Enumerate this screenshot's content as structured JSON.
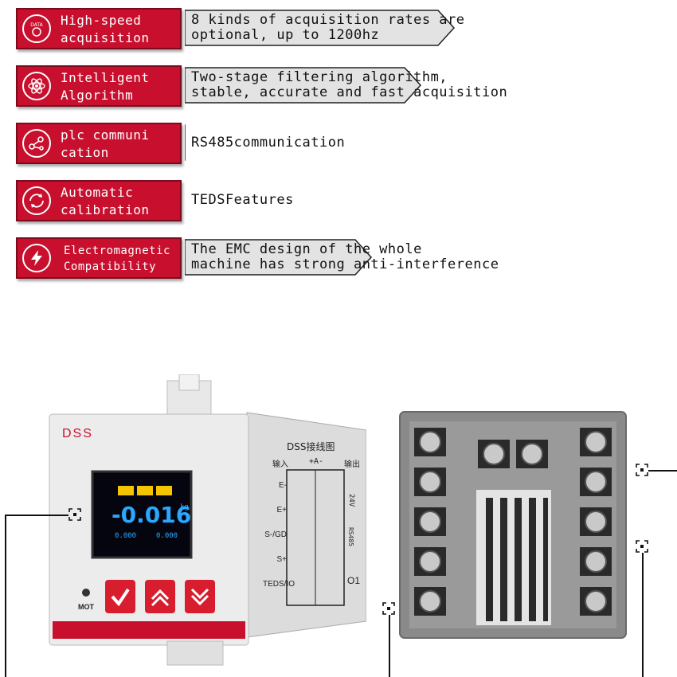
{
  "features": [
    {
      "label": "High-speed\nacquisition",
      "icon": "data-icon",
      "desc": "8 kinds of acquisition rates are\noptional, up to 1200hz",
      "width": 530
    },
    {
      "label": "Intelligent\nAlgorithm",
      "icon": "atom-icon",
      "desc": "Two-stage filtering algorithm,\nstable, accurate and fast acquisition",
      "width": 488
    },
    {
      "label": "plc communi\ncation",
      "icon": "network-icon",
      "desc": "RS485communication",
      "width": 190
    },
    {
      "label": "Automatic\ncalibration",
      "icon": "gear-cycle-icon",
      "desc": "TEDSFeatures",
      "width": 188
    },
    {
      "label": "Electromagnetic\nCompatibility",
      "icon": "lightning-icon",
      "desc": "The EMC design of the whole\nmachine has strong anti-interference",
      "width": 426
    }
  ],
  "device_front": {
    "brand": "DSS",
    "display_value": "-0.016",
    "display_unit": "kg",
    "display_small_left": "0.000",
    "display_small_right": "0.000",
    "mot_label": "MOT",
    "wiring_title": "DSS接线图",
    "wiring_input": "输入",
    "wiring_output": "输出",
    "wiring_pins": [
      "E-",
      "E+",
      "S-/GD",
      "S+",
      "TEDS/IO"
    ],
    "wiring_power": "24V",
    "wiring_comm": "RS485",
    "wiring_out": "O1",
    "wiring_ab": "+A-"
  },
  "colors": {
    "accent": "#c8102e",
    "arrow_fill": "#e3e3e3",
    "display_bg": "#050510",
    "display_text": "#2aa8ff"
  }
}
